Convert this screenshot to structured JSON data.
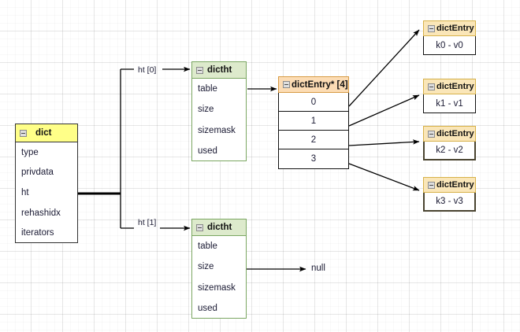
{
  "diagram": {
    "title": "redis dict structure diagram",
    "background": "#ffffff",
    "colors": {
      "dict_header": "#ffff88",
      "dictht_header": "#ddeacc",
      "array_header": "#fcdcb4",
      "entry_header": "#fae6b8",
      "edge": "#000000"
    }
  },
  "nodes": {
    "dict": {
      "title": "dict",
      "fields": [
        "type",
        "privdata",
        "ht",
        "rehashidx",
        "iterators"
      ]
    },
    "dictht0": {
      "title": "dictht",
      "fields": [
        "table",
        "size",
        "sizemask",
        "used"
      ]
    },
    "dictht1": {
      "title": "dictht",
      "fields": [
        "table",
        "size",
        "sizemask",
        "used"
      ]
    },
    "array": {
      "title": "dictEntry* [4]",
      "cells": [
        "0",
        "1",
        "2",
        "3"
      ]
    },
    "entries": [
      {
        "title": "dictEntry",
        "value": "k0 -  v0"
      },
      {
        "title": "dictEntry",
        "value": "k1 -  v1"
      },
      {
        "title": "dictEntry",
        "value": "k2 -  v2"
      },
      {
        "title": "dictEntry",
        "value": "k3 -  v3"
      }
    ]
  },
  "edge_labels": {
    "ht0": "ht [0]",
    "ht1": "ht [1]",
    "null": "null"
  }
}
